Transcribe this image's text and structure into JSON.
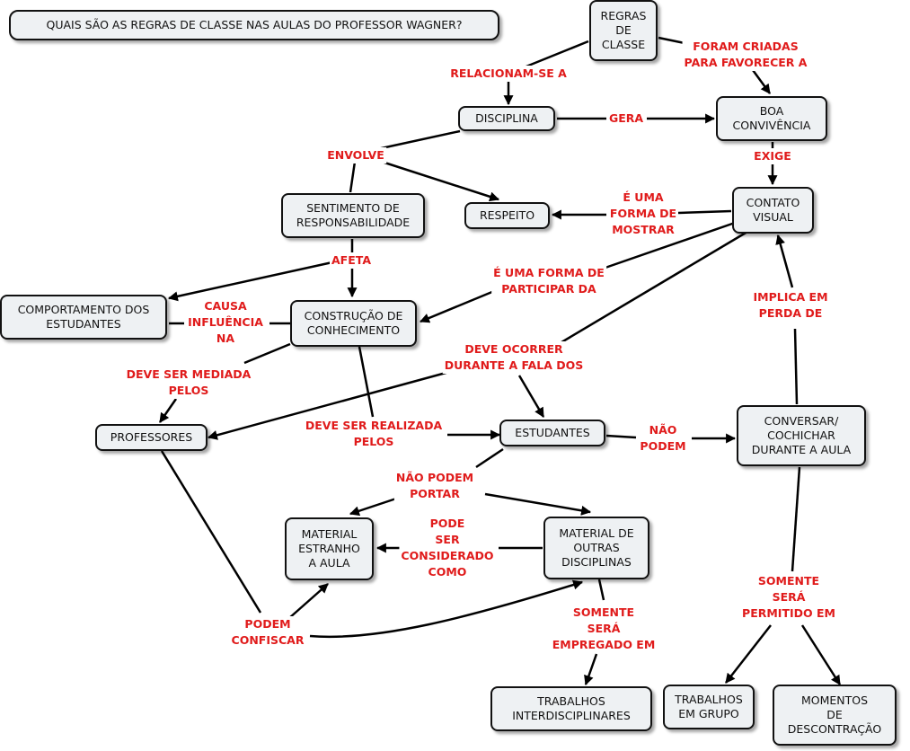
{
  "question": "QUAIS SÃO AS REGRAS DE CLASSE NAS AULAS DO PROFESSOR WAGNER?",
  "nodes": {
    "regras": "REGRAS\nDE\nCLASSE",
    "disciplina": "DISCIPLINA",
    "boa": "BOA\nCONVIVÊNCIA",
    "sentimento": "SENTIMENTO DE\nRESPONSABILIDADE",
    "respeito": "RESPEITO",
    "contato": "CONTATO\nVISUAL",
    "comportamento": "COMPORTAMENTO DOS\nESTUDANTES",
    "construcao": "CONSTRUÇÃO DE\nCONHECIMENTO",
    "professores": "PROFESSORES",
    "estudantes": "ESTUDANTES",
    "conversar": "CONVERSAR/\nCOCHICHAR\nDURANTE A AULA",
    "material_estranho": "MATERIAL\nESTRANHO\nA AULA",
    "material_outras": "MATERIAL DE\nOUTRAS\nDISCIPLINAS",
    "trab_inter": "TRABALHOS\nINTERDISCIPLINARES",
    "trab_grupo": "TRABALHOS\nEM GRUPO",
    "momentos": "MOMENTOS\nDE\nDESCONTRAÇÃO"
  },
  "links": {
    "relacionam": "RELACIONAM-SE A",
    "foram": "FORAM CRIADAS\nPARA FAVORECER A",
    "gera": "GERA",
    "envolve": "ENVOLVE",
    "exige": "EXIGE",
    "forma_mostrar": "É UMA\nFORMA DE\nMOSTRAR",
    "afeta": "AFETA",
    "forma_participar": "É UMA FORMA DE\nPARTICIPAR DA",
    "causa": "CAUSA\nINFLUÊNCIA\nNA",
    "implica": "IMPLICA EM\nPERDA DE",
    "deve_ocorrer": "DEVE OCORRER\nDURANTE A FALA DOS",
    "mediada": "DEVE SER MEDIADA\nPELOS",
    "realizada": "DEVE SER REALIZADA\nPELOS",
    "nao_podem": "NÃO\nPODEM",
    "nao_podem_portar": "NÃO PODEM\nPORTAR",
    "pode_ser": "PODE\nSER\nCONSIDERADO\nCOMO",
    "somente_empregado": "SOMENTE\nSERÁ\nEMPREGADO EM",
    "somente_permitido": "SOMENTE\nSERÁ\nPERMITIDO EM",
    "podem_confiscar": "PODEM\nCONFISCAR"
  }
}
